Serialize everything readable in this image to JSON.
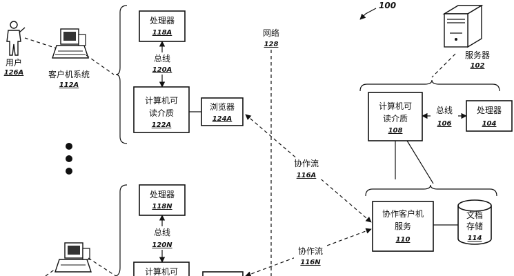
{
  "figure_ref": "100",
  "network": {
    "label": "网络",
    "ref": "128"
  },
  "user": {
    "label": "用户",
    "ref": "126A"
  },
  "client_system": {
    "label": "客户机系统",
    "ref": "112A"
  },
  "client_a": {
    "processor": {
      "label": "处理器",
      "ref": "118A"
    },
    "bus": {
      "label": "总线",
      "ref": "120A"
    },
    "medium": {
      "line1": "计算机可",
      "line2": "读介质",
      "ref": "122A"
    },
    "browser": {
      "label": "浏览器",
      "ref": "124A"
    }
  },
  "client_n": {
    "processor": {
      "label": "处理器",
      "ref": "118N"
    },
    "bus": {
      "label": "总线",
      "ref": "120N"
    },
    "medium": {
      "line1": "计算机可"
    }
  },
  "flow_a": {
    "label": "协作流",
    "ref": "116A"
  },
  "flow_n": {
    "label": "协作流",
    "ref": "116N"
  },
  "server": {
    "label": "服务器",
    "ref": "102",
    "medium": {
      "line1": "计算机可",
      "line2": "读介质",
      "ref": "108"
    },
    "bus": {
      "label": "总线",
      "ref": "106"
    },
    "processor": {
      "label": "处理器",
      "ref": "104"
    }
  },
  "collab_service": {
    "line1": "协作客户机",
    "line2": "服务",
    "ref": "110"
  },
  "doc_store": {
    "line1": "文档",
    "line2": "存储",
    "ref": "114"
  }
}
